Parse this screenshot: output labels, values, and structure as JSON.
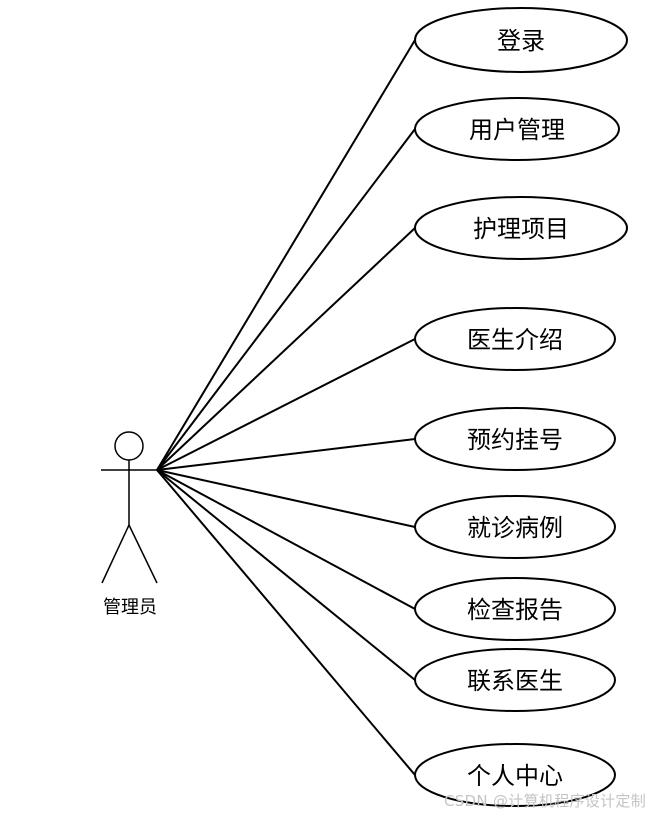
{
  "actor": {
    "label": "管理员"
  },
  "use_cases": [
    {
      "label": "登录"
    },
    {
      "label": "用户管理"
    },
    {
      "label": "护理项目"
    },
    {
      "label": "医生介绍"
    },
    {
      "label": "预约挂号"
    },
    {
      "label": "就诊病例"
    },
    {
      "label": "检查报告"
    },
    {
      "label": "联系医生"
    },
    {
      "label": "个人中心"
    }
  ],
  "watermark": "CSDN @计算机程序设计定制",
  "colors": {
    "stroke": "#000000",
    "background": "#ffffff",
    "watermark": "#c4c4c4"
  }
}
